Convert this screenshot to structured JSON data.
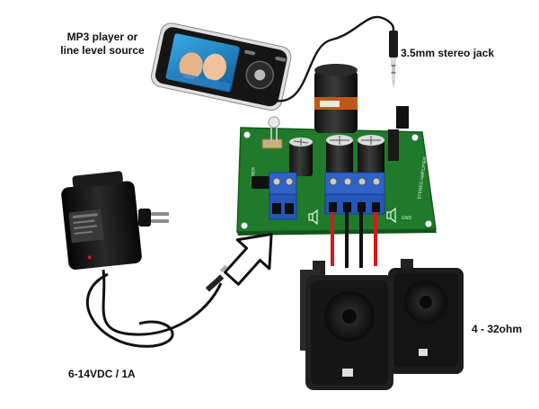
{
  "labels": {
    "mp3_line1": "MP3 player or",
    "mp3_line2": "line level source",
    "jack": "3.5mm stereo jack",
    "power": "6-14VDC / 1A",
    "speakers": "4 - 32ohm"
  },
  "pcb_silkscreen": {
    "left": "POWER",
    "right": "STEREO AMPLIFIER",
    "gnd": "GND"
  },
  "colors": {
    "pcb": "#1f7a2c",
    "terminal": "#2f62c8",
    "wire_red": "#d81818",
    "wire_black": "#111111",
    "speaker": "#1a1a1a",
    "adapter": "#161616"
  }
}
